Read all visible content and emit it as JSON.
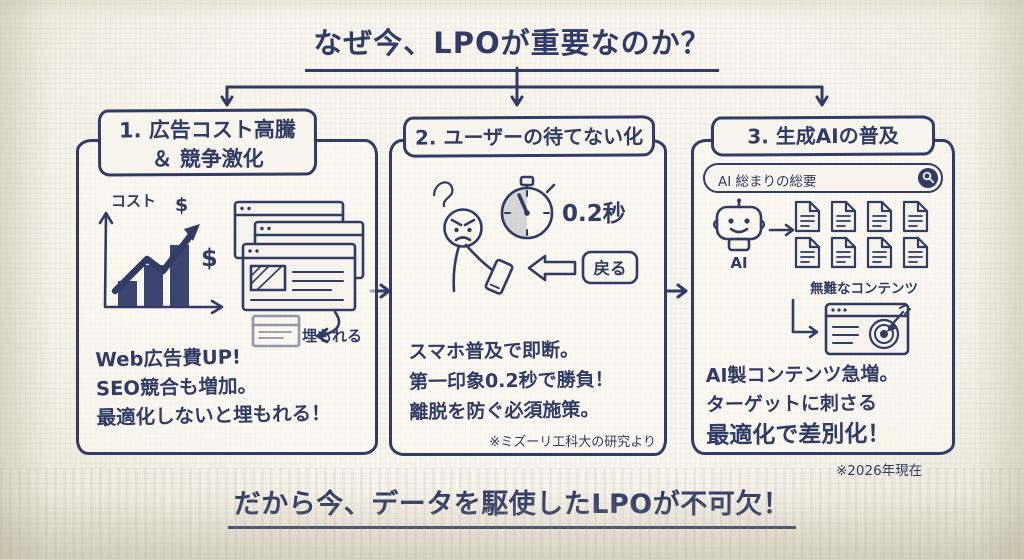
{
  "ink_color": "#303c66",
  "paper_color": "#f6f3ec",
  "title": "なぜ今、LPOが重要なのか？",
  "conclusion": "だから今、データを駆使したLPOが不可欠！",
  "panels": [
    {
      "title_line1": "1. 広告コスト高騰",
      "title_line2": "＆ 競争激化",
      "labels": {
        "cost": "コスト",
        "dollar": "$",
        "buried": "埋もれる"
      },
      "body_lines": [
        "Web広告費UP!",
        "SEO競合も増加。",
        "最適化しないと埋もれる！"
      ]
    },
    {
      "title": "2. ユーザーの待てない化",
      "labels": {
        "time": "0.2秒",
        "back": "戻る"
      },
      "body_lines": [
        "スマホ普及で即断。",
        "第一印象0.2秒で勝負！",
        "離脱を防ぐ必須施策。"
      ],
      "footnote": "※ミズーリ工科大の研究より"
    },
    {
      "title": "3. 生成AIの普及",
      "labels": {
        "search": "AI 総まりの総要",
        "ai": "AI",
        "bland": "無難なコンテンツ"
      },
      "body_lines": [
        "AI製コンテンツ急増。",
        "ターゲットに刺さる",
        "最適化で差別化！"
      ],
      "footnote": "※2026年現在"
    }
  ]
}
